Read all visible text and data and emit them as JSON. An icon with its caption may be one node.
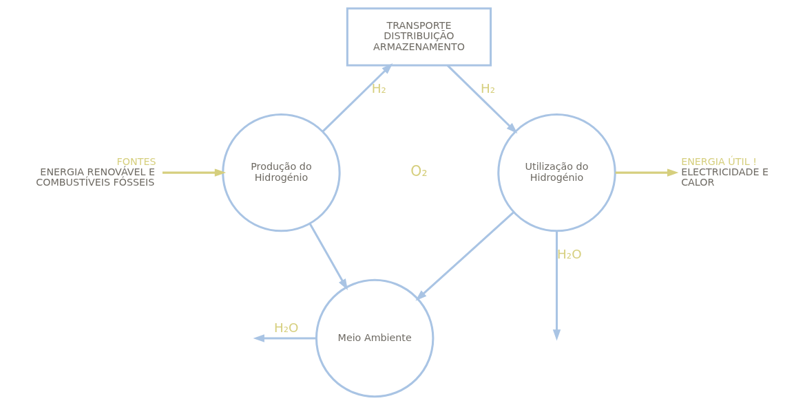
{
  "diagram": {
    "nodes": [
      {
        "text": [
          "TRANSPORTE DISTRIBUIÇÃO ARMAZENAMENTO"
        ]
      },
      {
        "text": [
          "FONTES",
          "ENERGIA RENOVÁVEL E COMBUSTÍVEIS FÓSSEIS"
        ]
      },
      {
        "text": [
          "Produção do Hidrogénio"
        ]
      },
      {
        "text": [
          "Utilização do Hidrogénio"
        ]
      },
      {
        "text": [
          "ENERGIA ÚTIL !",
          "ELECTRICIDADE E CALOR"
        ]
      },
      {
        "text": [
          "Meio Ambiente"
        ]
      }
    ],
    "edges": [
      {
        "from": 2,
        "to": 0,
        "arrow": "to",
        "label": "H₂"
      },
      {
        "from": 0,
        "to": 3,
        "arrow": "to",
        "label": "H₂"
      },
      {
        "from": 1,
        "to": 2,
        "arrow": "to",
        "color": "#d6cf7e"
      },
      {
        "from": 3,
        "to": 4,
        "arrow": "to",
        "color": "#d6cf7e"
      },
      {
        "from": 2,
        "to": 5,
        "arrow": "to"
      },
      {
        "from": 3,
        "to": 5,
        "arrow": "to"
      },
      {
        "from": 3,
        "to": null,
        "arrow": "to",
        "label": "H₂O"
      },
      {
        "from": 5,
        "to": null,
        "arrow": "to",
        "label": "H₂O"
      }
    ],
    "labels": [
      "O₂"
    ]
  }
}
